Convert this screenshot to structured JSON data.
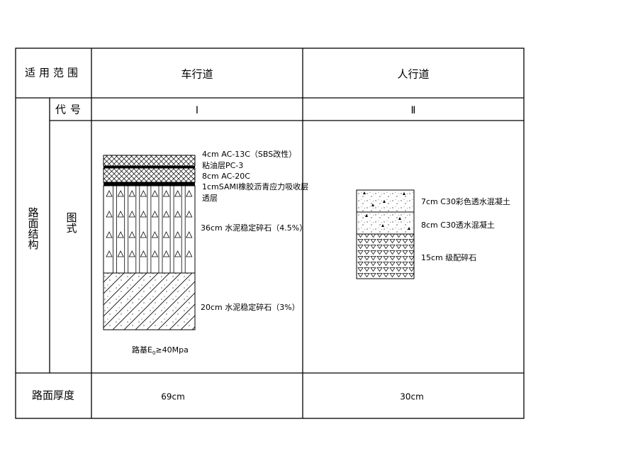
{
  "header": {
    "scope_label": "适用范围",
    "carriageway": "车行道",
    "sidewalk": "人行道"
  },
  "structure": {
    "group_label": "路面结构",
    "code_label": "代号",
    "diagram_label": "图式",
    "code_carriageway": "Ⅰ",
    "code_sidewalk": "Ⅱ"
  },
  "carriageway_layers": [
    {
      "label": "4cm AC-13C（SBS改性）"
    },
    {
      "label": "粘油层PC-3"
    },
    {
      "label": "8cm AC-20C"
    },
    {
      "label_line1": "1cmSAMI橡胶沥青应力吸收层",
      "label_line2": "透层"
    },
    {
      "label": "36cm 水泥稳定碎石（4.5%）"
    },
    {
      "label": "20cm 水泥稳定碎石（3%）"
    }
  ],
  "subgrade": {
    "prefix": "路基E",
    "subscript": "0",
    "suffix": "≥40Mpa"
  },
  "sidewalk_layers": [
    {
      "label": "7cm C30彩色透水混凝土"
    },
    {
      "label": "8cm C30透水混凝土"
    },
    {
      "label": "15cm 级配碎石"
    }
  ],
  "thickness": {
    "label": "路面厚度",
    "carriageway": "69cm",
    "sidewalk": "30cm"
  }
}
